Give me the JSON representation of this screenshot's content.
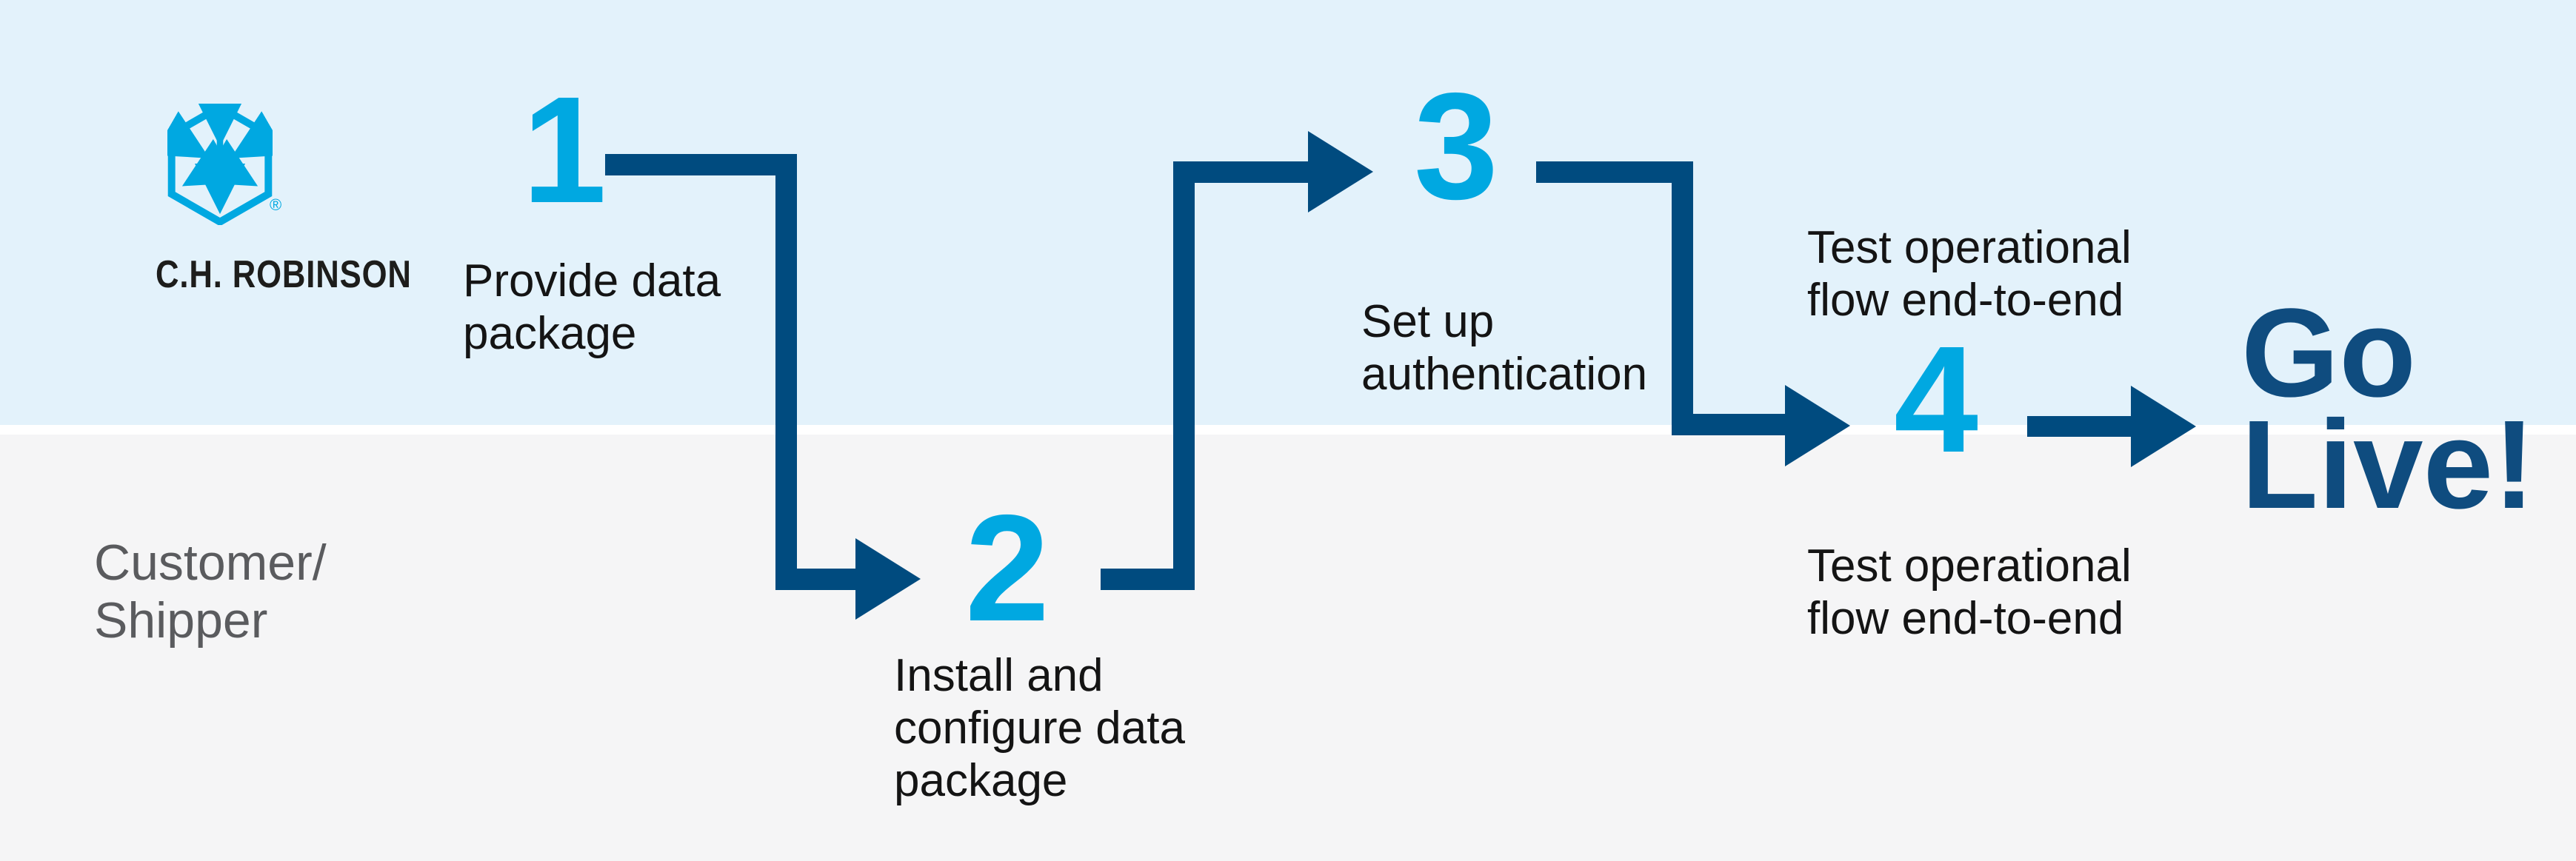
{
  "lanes": {
    "provider": {
      "wordmark": "C.H. ROBINSON",
      "registered_mark": "®"
    },
    "customer": {
      "label": "Customer/\nShipper"
    }
  },
  "steps": [
    {
      "number": "1",
      "label": "Provide data\npackage"
    },
    {
      "number": "2",
      "label": "Install and\nconfigure data\npackage"
    },
    {
      "number": "3",
      "label": "Set up\nauthentication"
    },
    {
      "number": "4",
      "label_top": "Test operational\nflow end-to-end",
      "label_bottom": "Test operational\nflow end-to-end"
    }
  ],
  "outcome": {
    "label": "Go\nLive!"
  },
  "icons": {
    "logo_hexagon": "hexagon-arrows-logo",
    "connectors": [
      "arrow-step1-to-step2",
      "arrow-step2-to-step3",
      "arrow-step3-to-step4",
      "arrow-step4-to-golive"
    ]
  },
  "colors": {
    "accent_cyan": "#00A8E1",
    "navy": "#004B7F",
    "go_live_navy": "#0F4C7F",
    "lane_top_bg": "#E3F2FB",
    "lane_bottom_bg": "#F5F5F6",
    "divider_white": "#FFFFFF",
    "step_label_black": "#141414",
    "customer_label_gray": "#5A5B5E",
    "wordmark_black": "#1D1D1B"
  }
}
